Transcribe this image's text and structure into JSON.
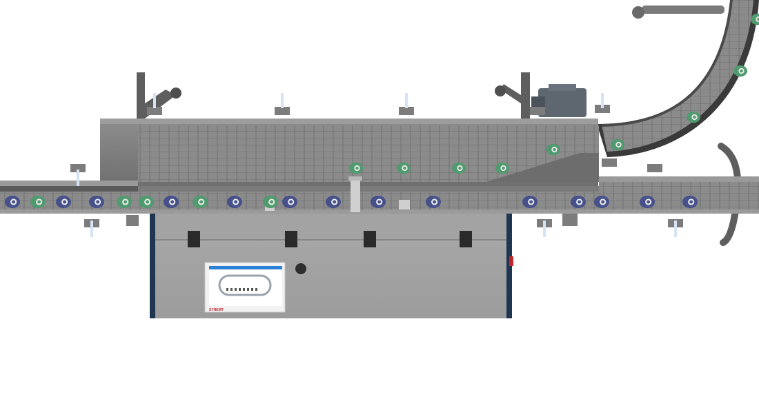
{
  "scene": {
    "subject": "bottle-conveyor-machine",
    "background_color": "#ffffff"
  },
  "colors": {
    "frame": "#7c7c7c",
    "frame_dark": "#5c5c5c",
    "belt": "#8a8a8a",
    "belt_line": "#6f6f6f",
    "cabinet": "#a6a6a6",
    "cabinet_edge": "#1f3550",
    "bottle_green": "#4f9a6e",
    "bottle_blue": "#46508a",
    "indicator_red": "#c0262b",
    "screen_accent": "#2b7fd6"
  },
  "hmi": {
    "brand_label": "SYNEMT"
  },
  "conveyor": {
    "lower_bottles": [
      "blue",
      "green",
      "blue",
      "blue",
      "green",
      "green",
      "blue",
      "green",
      "blue",
      "green",
      "blue",
      "blue",
      "blue",
      "blue",
      "blue",
      "blue",
      "blue",
      "blue",
      "blue"
    ],
    "upper_bottles": [
      "green",
      "green",
      "green",
      "green",
      "green",
      "green"
    ],
    "curve_bottles": [
      "green",
      "green",
      "green"
    ]
  }
}
